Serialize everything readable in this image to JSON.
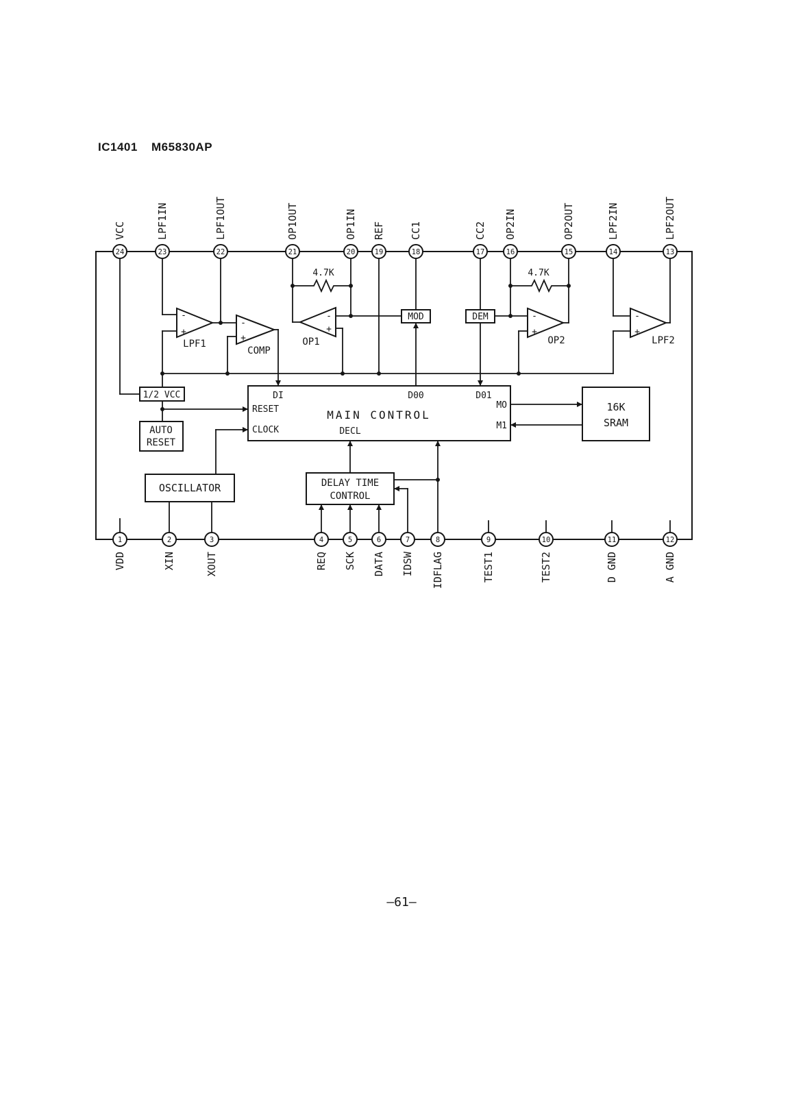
{
  "header": {
    "title_part1": "IC1401",
    "title_part2": "M65830AP"
  },
  "footer": {
    "page_number": "—61—"
  },
  "pins_top": [
    {
      "num": "24",
      "label": "VCC"
    },
    {
      "num": "23",
      "label": "LPF1IN"
    },
    {
      "num": "22",
      "label": "LPF1OUT"
    },
    {
      "num": "21",
      "label": "OP1OUT"
    },
    {
      "num": "20",
      "label": "OP1IN"
    },
    {
      "num": "19",
      "label": "REF"
    },
    {
      "num": "18",
      "label": "CC1"
    },
    {
      "num": "17",
      "label": "CC2"
    },
    {
      "num": "16",
      "label": "OP2IN"
    },
    {
      "num": "15",
      "label": "OP2OUT"
    },
    {
      "num": "14",
      "label": "LPF2IN"
    },
    {
      "num": "13",
      "label": "LPF2OUT"
    }
  ],
  "pins_bottom": [
    {
      "num": "1",
      "label": "VDD"
    },
    {
      "num": "2",
      "label": "XIN"
    },
    {
      "num": "3",
      "label": "XOUT"
    },
    {
      "num": "4",
      "label": "REQ"
    },
    {
      "num": "5",
      "label": "SCK"
    },
    {
      "num": "6",
      "label": "DATA"
    },
    {
      "num": "7",
      "label": "IDSW"
    },
    {
      "num": "8",
      "label": "IDFLAG"
    },
    {
      "num": "9",
      "label": "TEST1"
    },
    {
      "num": "10",
      "label": "TEST2"
    },
    {
      "num": "11",
      "label": "D GND"
    },
    {
      "num": "12",
      "label": "A GND"
    }
  ],
  "blocks": {
    "half_vcc": "1/2 VCC",
    "auto_reset": [
      "AUTO",
      "RESET"
    ],
    "oscillator": "OSCILLATOR",
    "main_control": "MAIN CONTROL",
    "delay_time": [
      "DELAY TIME",
      "CONTROL"
    ],
    "sram": [
      "16K",
      "SRAM"
    ],
    "mod": "MOD",
    "dem": "DEM",
    "lpf1": "LPF1",
    "comp": "COMP",
    "op1": "OP1",
    "op2": "OP2",
    "lpf2": "LPF2",
    "r1": "4.7K",
    "r2": "4.7K"
  },
  "main_control_signals": {
    "di": "DI",
    "d00": "D00",
    "d01": "D01",
    "reset": "RESET",
    "clock": "CLOCK",
    "decl": "DECL",
    "m0": "MO",
    "m1": "M1"
  },
  "opamp_signs": {
    "minus": "-",
    "plus": "+"
  }
}
